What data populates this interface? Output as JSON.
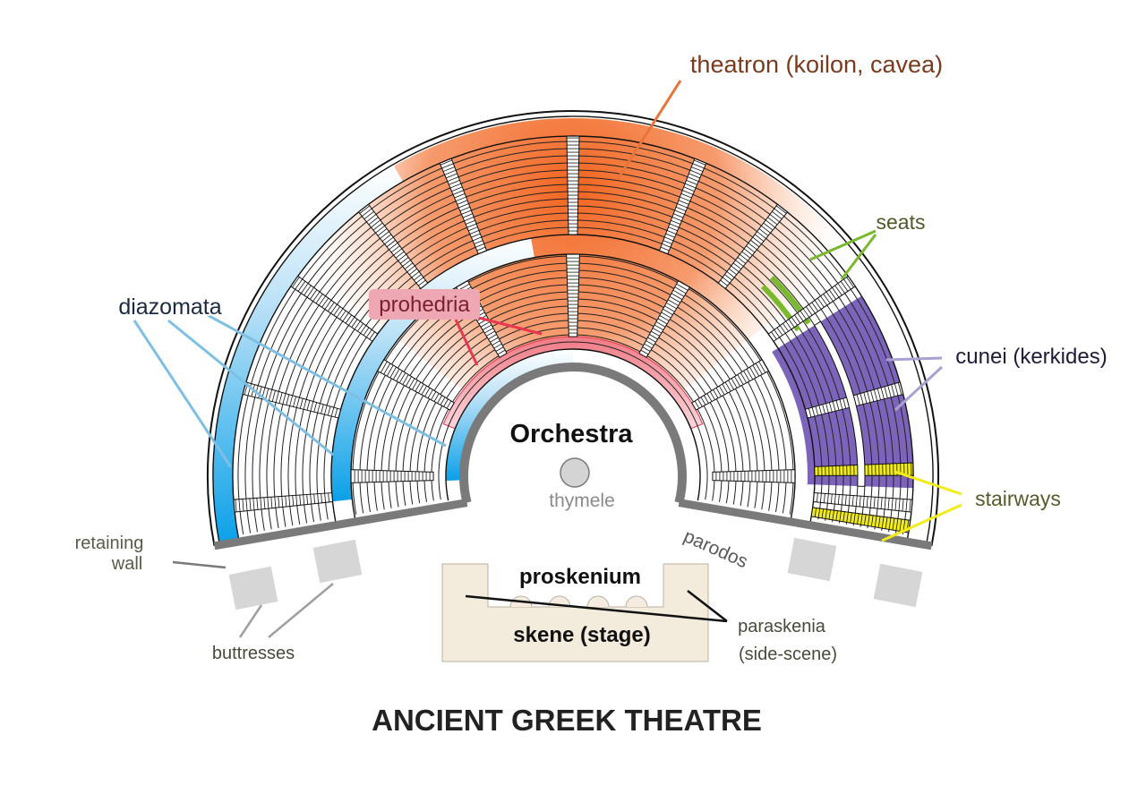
{
  "title": "ANCIENT GREEK THEATRE",
  "labels": {
    "theatron": "theatron (koilon, cavea)",
    "seats": "seats",
    "diazomata": "diazomata",
    "prohedria": "prohedria",
    "cunei": "cunei (kerkides)",
    "orchestra": "Orchestra",
    "thymele": "thymele",
    "stairways": "stairways",
    "retaining_wall_1": "retaining",
    "retaining_wall_2": "wall",
    "parodos": "parodos",
    "proskenium": "proskenium",
    "skene": "skene (stage)",
    "paraskenia_1": "paraskenia",
    "paraskenia_2": "(side-scene)",
    "buttresses": "buttresses"
  },
  "colors": {
    "theatron": "#f06a2a",
    "diazomata": "#1aa3e8",
    "prohedria": "#e8384f",
    "cunei": "#6a4fb0",
    "seats": "#7ab82e",
    "stairways": "#f2ec1a",
    "wall": "#7a7a7a",
    "skene": "#f3ecdc"
  }
}
